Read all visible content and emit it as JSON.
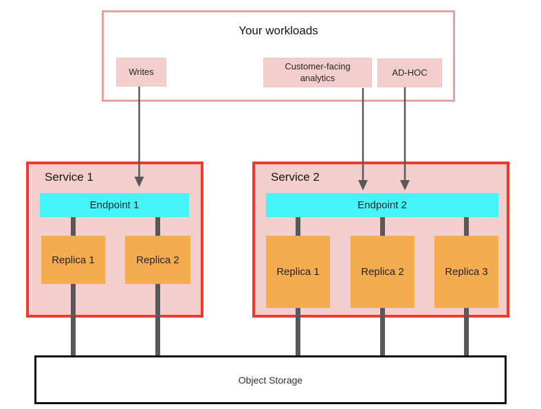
{
  "workloads": {
    "title": "Your workloads",
    "items": [
      {
        "label": "Writes"
      },
      {
        "label": "Customer-facing analytics"
      },
      {
        "label": "AD-HOC"
      }
    ]
  },
  "services": [
    {
      "title": "Service 1",
      "endpoint": "Endpoint 1",
      "replicas": [
        "Replica 1",
        "Replica 2"
      ]
    },
    {
      "title": "Service 2",
      "endpoint": "Endpoint 2",
      "replicas": [
        "Replica 1",
        "Replica 2",
        "Replica 3"
      ]
    }
  ],
  "storage": {
    "label": "Object Storage"
  },
  "colors": {
    "workload_frame_border": "#e9a2a0",
    "workload_item_fill": "#f2cfcc",
    "service_fill": "#f2cfcc",
    "service_border": "#f0392b",
    "endpoint_fill": "#45f4f9",
    "replica_fill": "#f4ac4e",
    "connector_gray": "#59595b",
    "arrow_gray": "#58585a",
    "storage_border": "#0d0d0d"
  }
}
